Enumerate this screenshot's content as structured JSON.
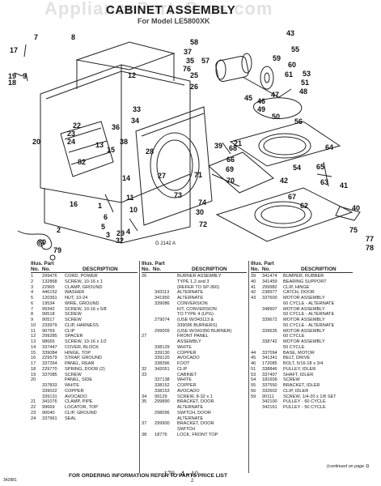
{
  "watermark": "AppliancePartsPros.com",
  "title": "CABINET ASSEMBLY",
  "subtitle": "For Model LE5800XK",
  "diagram": {
    "labels": [
      "7",
      "8",
      "9",
      "10",
      "11",
      "12",
      "13",
      "14",
      "15",
      "16",
      "17",
      "18",
      "19",
      "20",
      "21",
      "22",
      "23",
      "24",
      "25",
      "26",
      "27",
      "28",
      "29",
      "30",
      "32",
      "33",
      "34",
      "35",
      "36",
      "37",
      "38",
      "39",
      "40",
      "41",
      "42",
      "43",
      "45",
      "46",
      "47",
      "48",
      "49",
      "50",
      "51",
      "53",
      "54",
      "55",
      "56",
      "57",
      "58",
      "59",
      "60",
      "61",
      "62",
      "63",
      "64",
      "65",
      "66",
      "67",
      "68",
      "69",
      "70",
      "71",
      "72",
      "73",
      "74",
      "75",
      "76",
      "77",
      "78",
      "79",
      "80",
      "82"
    ],
    "code": "G 2142 A"
  },
  "table": {
    "headers": {
      "illus": "Illus.",
      "no": "No.",
      "part": "Part",
      "partno": "No.",
      "desc": "DESCRIPTION"
    },
    "col1": [
      [
        "1",
        "299476",
        "CORD, POWER"
      ],
      [
        "2",
        "132868",
        "SCREW, 10-16 x 1"
      ],
      [
        "3",
        "22965",
        "CLAMP, GROUND"
      ],
      [
        "4",
        "446152",
        "WASHER"
      ],
      [
        "5",
        "120361",
        "NUT, 10-24"
      ],
      [
        "6",
        "19534",
        "WIRE, GROUND"
      ],
      [
        "7",
        "99342",
        "SCREW, 10-16 x 5/8"
      ],
      [
        "8",
        "99518",
        "SCREW"
      ],
      [
        "9",
        "90517",
        "SCREW"
      ],
      [
        "10",
        "233979",
        "CLIP, HARNESS"
      ],
      [
        "11",
        "90769",
        "CLIP"
      ],
      [
        "12",
        "299285",
        "SPACER"
      ],
      [
        "13",
        "98665",
        "SCREW, 10-16 x 1/2"
      ],
      [
        "14",
        "337447",
        "COVER, BLOCK"
      ],
      [
        "15",
        "339084",
        "HINGE, TOP"
      ],
      [
        "16",
        "229579",
        "STRAP, GROUND"
      ],
      [
        "17",
        "337264",
        "PANEL, REAR"
      ],
      [
        "18",
        "229770",
        "SPRING, DOOR (2)"
      ],
      [
        "19",
        "337085",
        "SCREW"
      ],
      [
        "20",
        "",
        "PANEL, SIDE"
      ],
      [
        "",
        "337833",
        "WHITE"
      ],
      [
        "",
        "339022",
        "COPPER"
      ],
      [
        "",
        "339131",
        "AVOCADO"
      ],
      [
        "21",
        "341076",
        "CLAMP, PIPE"
      ],
      [
        "22",
        "99669",
        "LOCATOR, TOP"
      ],
      [
        "23",
        "90040",
        "CLIP, GROUND"
      ],
      [
        "24",
        "337961",
        "SEAL"
      ]
    ],
    "col2": [
      [
        "26",
        "",
        "BURNER ASSEMBLY"
      ],
      [
        "",
        "",
        "TYPE 1,2 and 3"
      ],
      [
        "",
        "",
        "(REFER TO SP-360)"
      ],
      [
        "",
        "343113",
        "ALTERNATE"
      ],
      [
        "",
        "341950",
        "ALTERNATE"
      ],
      [
        "",
        "339086",
        "CONVERSION"
      ],
      [
        "",
        "",
        "KIT, CONVERSION"
      ],
      [
        "",
        "",
        "TO TYPE 4 (LPG)"
      ],
      [
        "",
        "279074",
        "(USE W/343113 &"
      ],
      [
        "",
        "",
        "339096 BURNERS)"
      ],
      [
        "",
        "299009",
        "(USE W/341950 BURNER)"
      ],
      [
        "27",
        "",
        "FRONT PANEL"
      ],
      [
        "",
        "",
        "ASSEMBLY"
      ],
      [
        "",
        "338129",
        "WHITE"
      ],
      [
        "",
        "339130",
        "COPPER"
      ],
      [
        "",
        "339120",
        "AVOCADO"
      ],
      [
        "",
        "338396",
        "FOOT"
      ],
      [
        "32",
        "342051",
        "CLIP"
      ],
      [
        "33",
        "",
        "CABINET"
      ],
      [
        "",
        "337138",
        "WHITE"
      ],
      [
        "",
        "338152",
        "COPPER"
      ],
      [
        "",
        "338153",
        "AVOCADO"
      ],
      [
        "34",
        "99129",
        "SCREW, 8-32 x 1"
      ],
      [
        "35",
        "299890",
        "BRACKET, DOOR"
      ],
      [
        "",
        "",
        "ALTERNATE"
      ],
      [
        "",
        "298096",
        "SWITCH, DOOR"
      ],
      [
        "",
        "",
        "ALTERNATE"
      ],
      [
        "37",
        "299900",
        "BRACKET, DOOR"
      ],
      [
        "",
        "",
        "SWITCH"
      ],
      [
        "38",
        "18776",
        "LOCK, FRONT TOP"
      ]
    ],
    "col3": [
      [
        "39",
        "341474",
        "BUMPER, RUBBER"
      ],
      [
        "40",
        "341459",
        "BEARING SUPPORT"
      ],
      [
        "41",
        "299982",
        "CLIP, HINGE"
      ],
      [
        "42",
        "238977",
        "CATCH, DOOR"
      ],
      [
        "43",
        "337600",
        "MOTOR ASSEMBLY"
      ],
      [
        "",
        "",
        "60 CYCLE - ALTERNATE"
      ],
      [
        "",
        "348907",
        "MOTOR ASSEMBLY"
      ],
      [
        "",
        "",
        "50 CYCLE - ALTERNATE"
      ],
      [
        "",
        "339672",
        "MOTOR ASSEMBLY"
      ],
      [
        "",
        "",
        "50 CYCLE - ALTERNATE"
      ],
      [
        "",
        "339635",
        "MOTOR ASSEMBLY"
      ],
      [
        "",
        "",
        "60 CYCLE"
      ],
      [
        "",
        "338742",
        "MOTOR ASSEMBLY"
      ],
      [
        "",
        "",
        "50 CYCLE"
      ],
      [
        "44",
        "337094",
        "BASE, MOTOR"
      ],
      [
        "45",
        "341341",
        "BELT, DRIVE"
      ],
      [
        "46",
        "172085",
        "BOLT, 5/16-18 x 3/4"
      ],
      [
        "51",
        "338846",
        "PULLEY, IDLER"
      ],
      [
        "53",
        "337407",
        "SHAFT, IDLER"
      ],
      [
        "54",
        "181609",
        "SCREW"
      ],
      [
        "55",
        "337550",
        "BRACKET, IDLER"
      ],
      [
        "56",
        "332602",
        "CLIP, IDLER"
      ],
      [
        "59",
        "90111",
        "SCREW, 1/4-20 x 1/8 SET"
      ],
      [
        "",
        "342100",
        "PULLEY - 60 CYCLE"
      ],
      [
        "",
        "342161",
        "PULLEY - 50 CYCLE"
      ]
    ],
    "continued": "(continued on page 3)",
    "footer": "FOR ORDERING INFORMATION REFER TO PARTS PRICE LIST",
    "page_number": "2",
    "handwritten": "178 - A - 10",
    "doc_code": "342881"
  }
}
